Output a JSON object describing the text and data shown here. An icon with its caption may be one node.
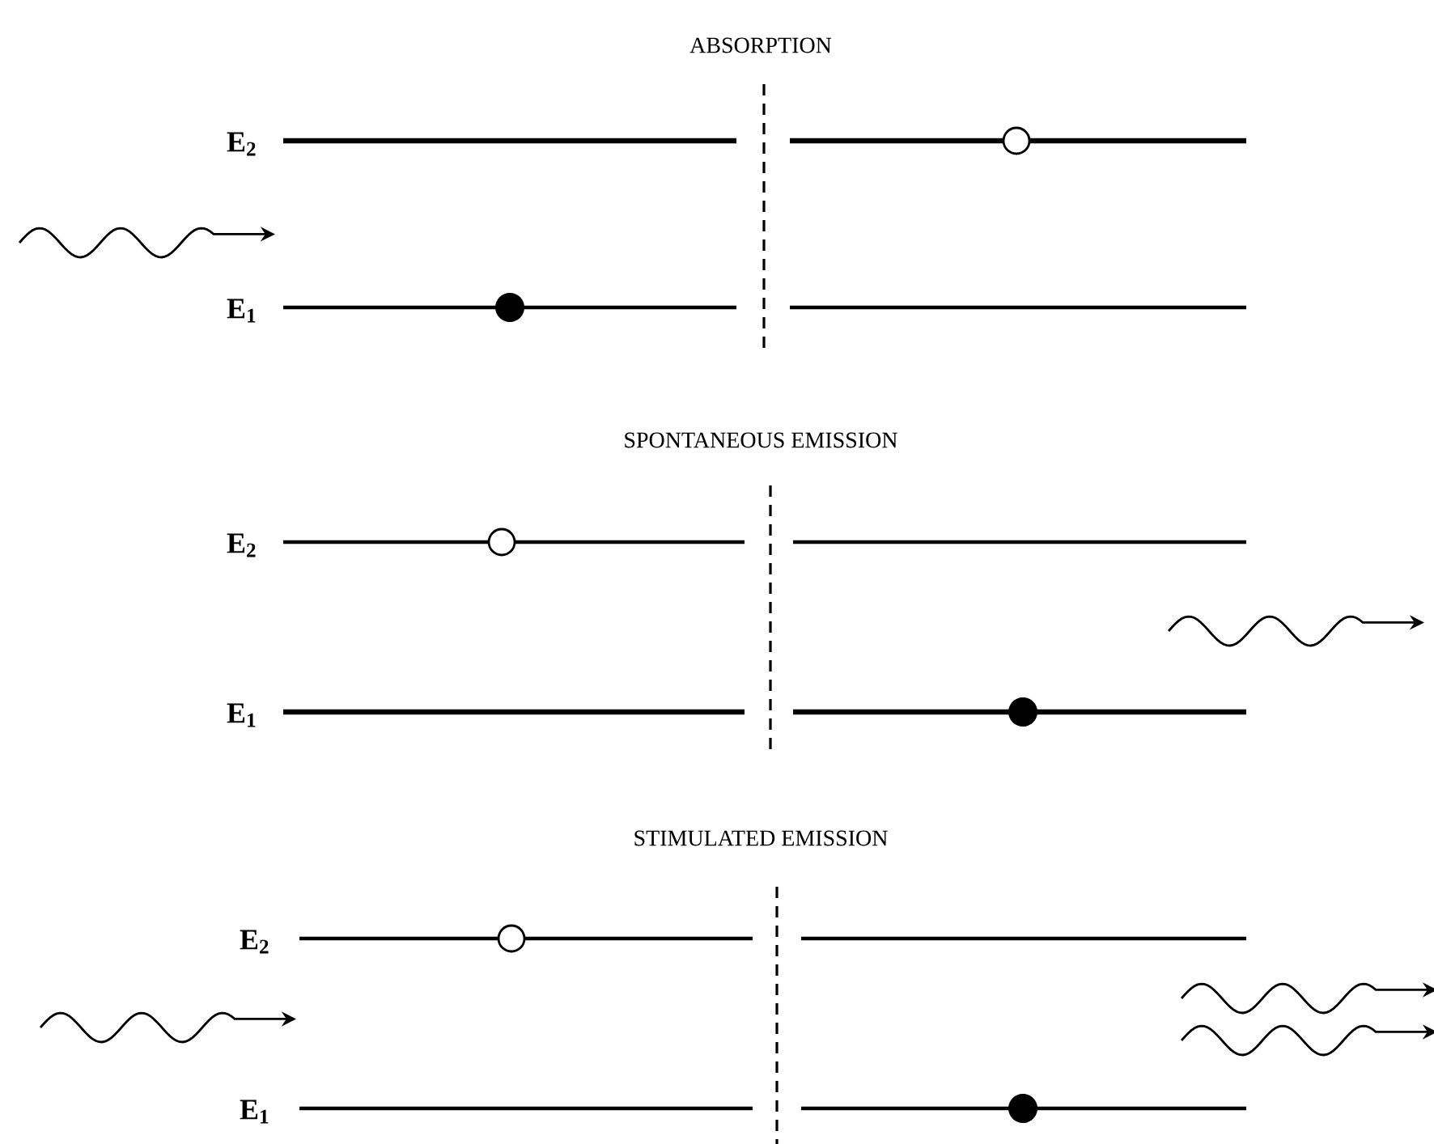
{
  "diagram": {
    "labels": [
      "ABSORPTION",
      "E$_{2}$",
      "E$_{1}$",
      "SPONTANEOUS EMISSION",
      "E$_{2}$",
      "E$_{1}$",
      "STIMULATED EMISSION",
      "E$_{2}$",
      "E$_{1}$"
    ]
  }
}
